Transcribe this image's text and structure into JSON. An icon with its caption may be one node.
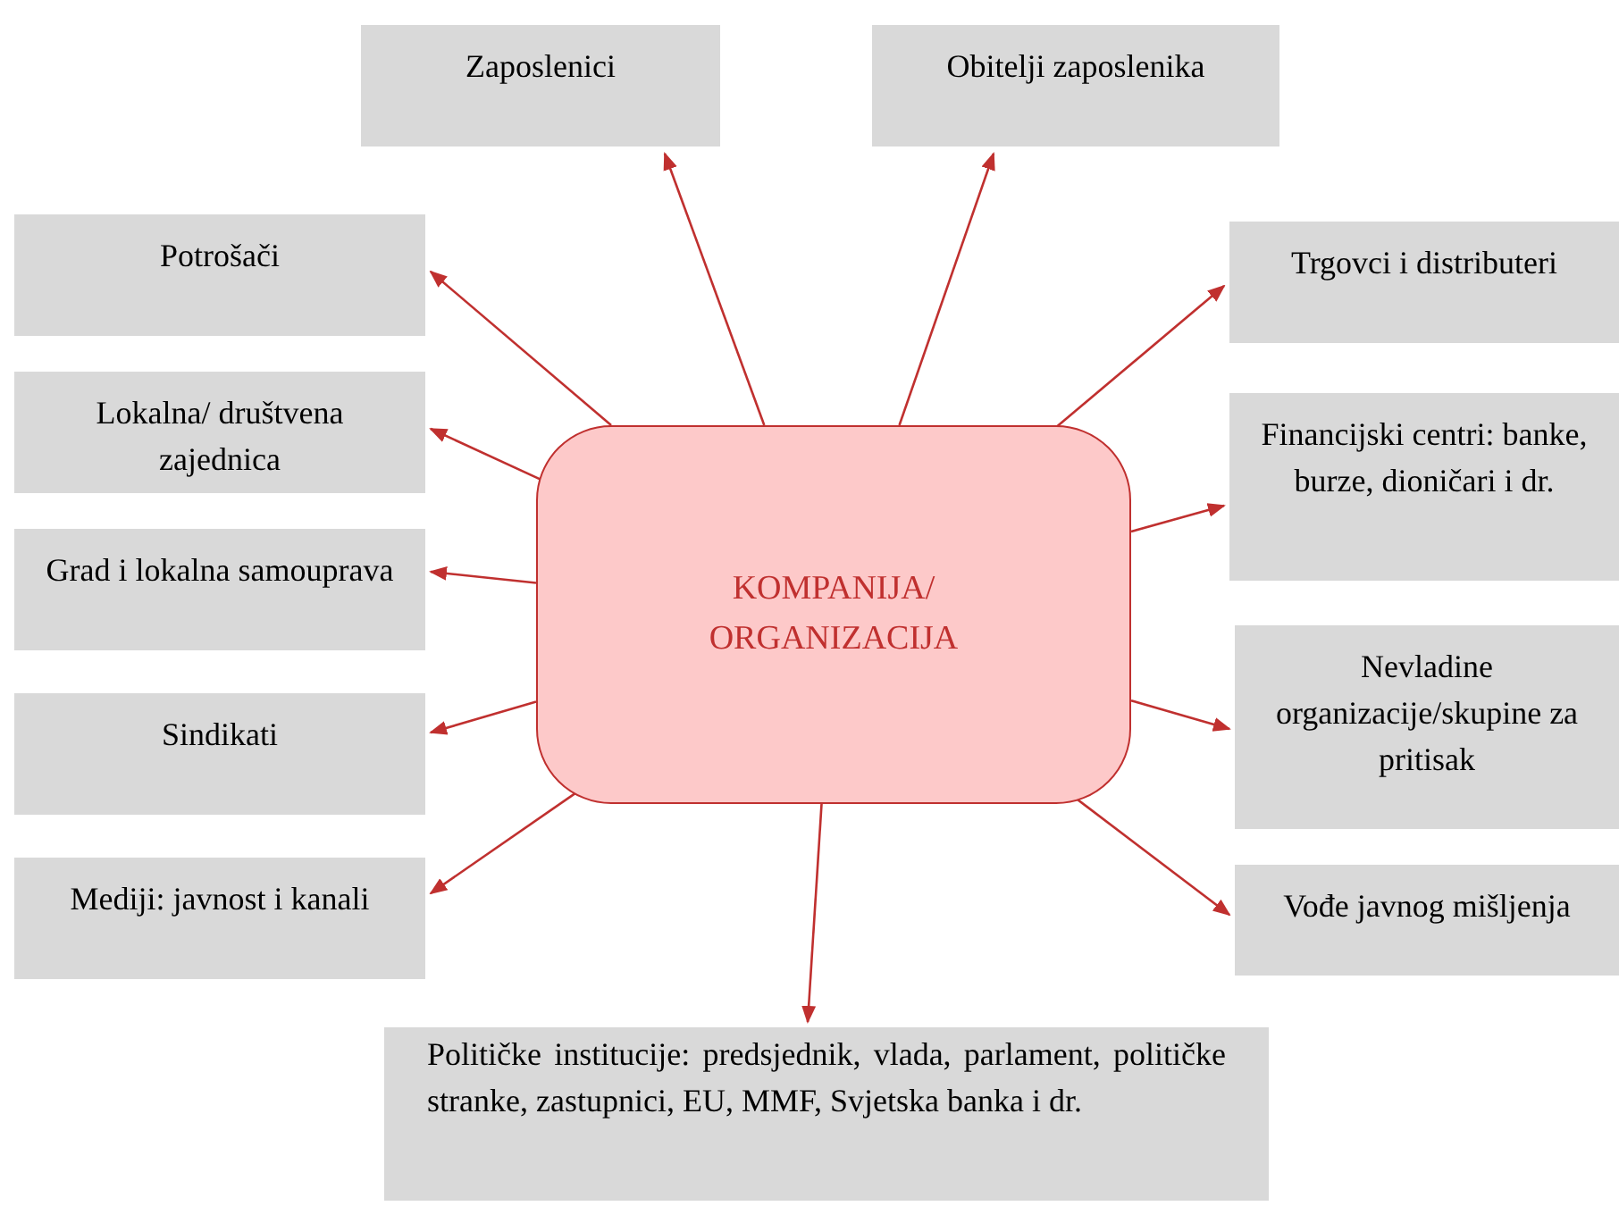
{
  "diagram": {
    "nodes": [
      {
        "text": [
          "KOMPANIJA/ ORGANIZACIJA"
        ]
      },
      {
        "text": [
          "Zaposlenici"
        ]
      },
      {
        "text": [
          "Obitelji zaposlenika"
        ]
      },
      {
        "text": [
          "Potrošači"
        ]
      },
      {
        "text": [
          "Trgovci i distributeri"
        ]
      },
      {
        "text": [
          "Lokalna/ društvena zajednica"
        ]
      },
      {
        "text": [
          "Financijski centri: banke, burze, dioničari i dr."
        ]
      },
      {
        "text": [
          "Grad i lokalna samouprava"
        ]
      },
      {
        "text": [
          "Nevladine organizacije/skupine za pritisak"
        ]
      },
      {
        "text": [
          "Sindikati"
        ]
      },
      {
        "text": [
          "Vođe javnog mišljenja"
        ]
      },
      {
        "text": [
          "Mediji: javnost i kanali"
        ]
      },
      {
        "text": [
          "Političke institucije: predsjednik, vlada, parlament, političke stranke, zastupnici, EU, MMF, Svjetska banka i dr."
        ]
      }
    ],
    "edges": [
      {
        "from": 0,
        "to": 1,
        "arrow": "to"
      },
      {
        "from": 0,
        "to": 2,
        "arrow": "to"
      },
      {
        "from": 0,
        "to": 3,
        "arrow": "to"
      },
      {
        "from": 0,
        "to": 4,
        "arrow": "to"
      },
      {
        "from": 0,
        "to": 5,
        "arrow": "to"
      },
      {
        "from": 0,
        "to": 6,
        "arrow": "to"
      },
      {
        "from": 0,
        "to": 7,
        "arrow": "to"
      },
      {
        "from": 0,
        "to": 8,
        "arrow": "to"
      },
      {
        "from": 0,
        "to": 9,
        "arrow": "to"
      },
      {
        "from": 0,
        "to": 10,
        "arrow": "to"
      },
      {
        "from": 0,
        "to": 11,
        "arrow": "to"
      },
      {
        "from": 0,
        "to": 12,
        "arrow": "to"
      }
    ]
  }
}
